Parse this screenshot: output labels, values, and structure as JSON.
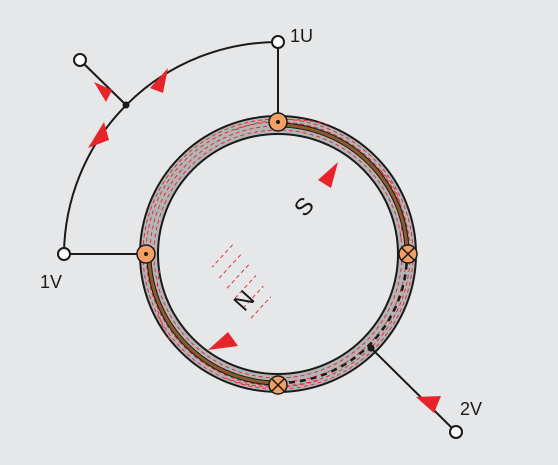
{
  "terminals": {
    "t1u": "1U",
    "t1v": "1V",
    "t2v": "2V"
  },
  "poles": {
    "south": "S",
    "north": "N"
  },
  "colors": {
    "background": "#e6e7e8",
    "yoke": "#b3b4b6",
    "coil": "#8a5a2b",
    "conductor": "#f4a064",
    "flux_lines": "#e8242b",
    "arrows": "#e8242b",
    "wire": "#1a1a1a"
  },
  "icons": {
    "conductor_out": "dot-in-circle",
    "conductor_in": "cross-in-circle",
    "arrow": "triangle-arrowhead"
  }
}
